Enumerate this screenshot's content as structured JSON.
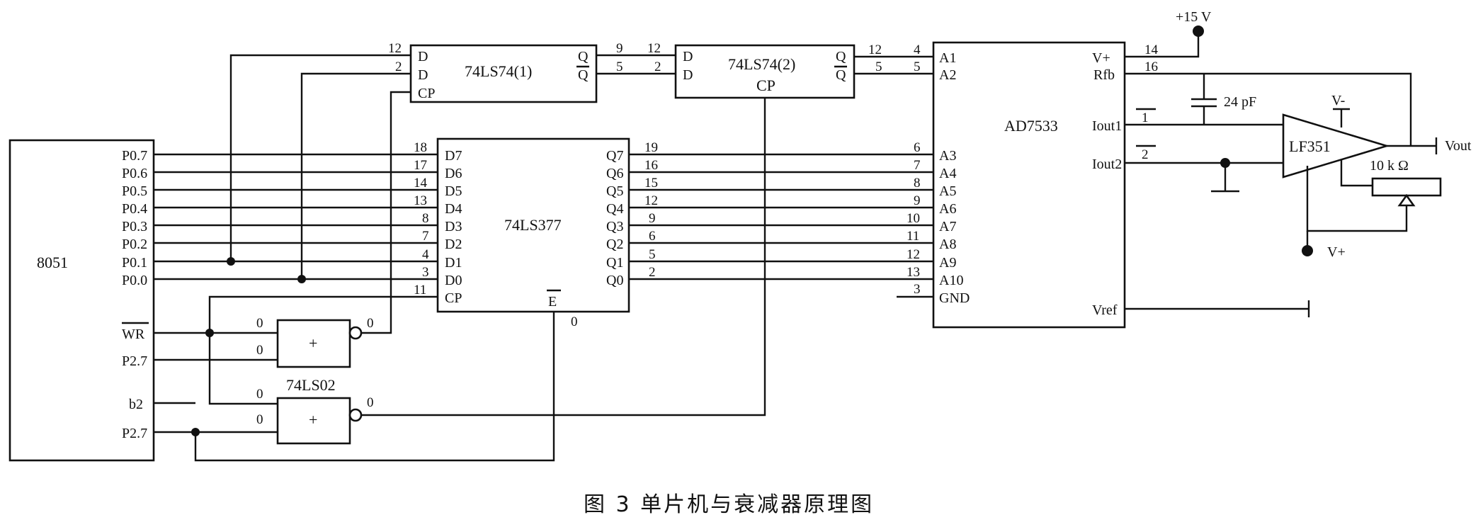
{
  "caption": "图 3  单片机与衰减器原理图",
  "parts": {
    "mcu": "8051",
    "latch": "74LS377",
    "ff1": "74LS74(1)",
    "ff2": "74LS74(2)",
    "dac": "AD7533",
    "nor": "74LS02",
    "opamp": "LF351"
  },
  "pins": {
    "d": "D",
    "q": "Q",
    "cp": "CP",
    "enable": "E"
  },
  "logic": {
    "zero": "0"
  },
  "mcu_ports": [
    "P0.7",
    "P0.6",
    "P0.5",
    "P0.4",
    "P0.3",
    "P0.2",
    "P0.1",
    "P0.0",
    "WR",
    "P2.7",
    "b2",
    "P2.7"
  ],
  "latch_in_pins": [
    "18",
    "17",
    "14",
    "13",
    "8",
    "7",
    "4",
    "3",
    "11"
  ],
  "latch_in_names": [
    "D7",
    "D6",
    "D5",
    "D4",
    "D3",
    "D2",
    "D1",
    "D0"
  ],
  "latch_out_names": [
    "Q7",
    "Q6",
    "Q5",
    "Q4",
    "Q3",
    "Q2",
    "Q1",
    "Q0"
  ],
  "latch_out_pins": [
    "19",
    "16",
    "15",
    "12",
    "9",
    "6",
    "5",
    "2"
  ],
  "ff1_pins": {
    "d1": "12",
    "d2": "2",
    "q1": "9",
    "q2": "5"
  },
  "ff2_pins": {
    "d1": "12",
    "d2": "2",
    "q1": "12",
    "q2": "5"
  },
  "dac_pins": {
    "a1": "4",
    "a2": "5"
  },
  "dac_in_pins": [
    "6",
    "7",
    "8",
    "9",
    "10",
    "11",
    "12",
    "13",
    "3"
  ],
  "dac_in_names": [
    "A1",
    "A2",
    "A3",
    "A4",
    "A5",
    "A6",
    "A7",
    "A8",
    "A9",
    "A10",
    "GND"
  ],
  "dac_out_names": [
    "V+",
    "Rfb",
    "Iout1",
    "Iout2",
    "Vref"
  ],
  "dac_out_pins": [
    "14",
    "16",
    "1",
    "2"
  ],
  "analog": {
    "supply_pos": "+15 V",
    "cap": "24 pF",
    "vminus": "V-",
    "vplus": "V+",
    "resistor": "10 k Ω",
    "vout": "Vout"
  }
}
